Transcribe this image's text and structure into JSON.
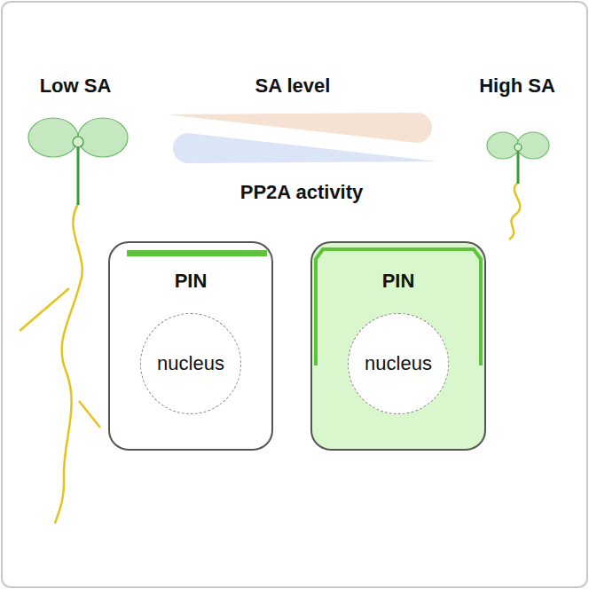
{
  "diagram": {
    "nodes": [
      {
        "text": [
          "PIN"
        ]
      },
      {
        "text": [
          "nucleus"
        ],
        "in": 0
      },
      {
        "text": [
          "PIN"
        ]
      },
      {
        "text": [
          "nucleus"
        ],
        "in": 2
      }
    ],
    "labels": [
      "Low SA",
      "SA level",
      "High SA",
      "PP2A activity"
    ]
  }
}
